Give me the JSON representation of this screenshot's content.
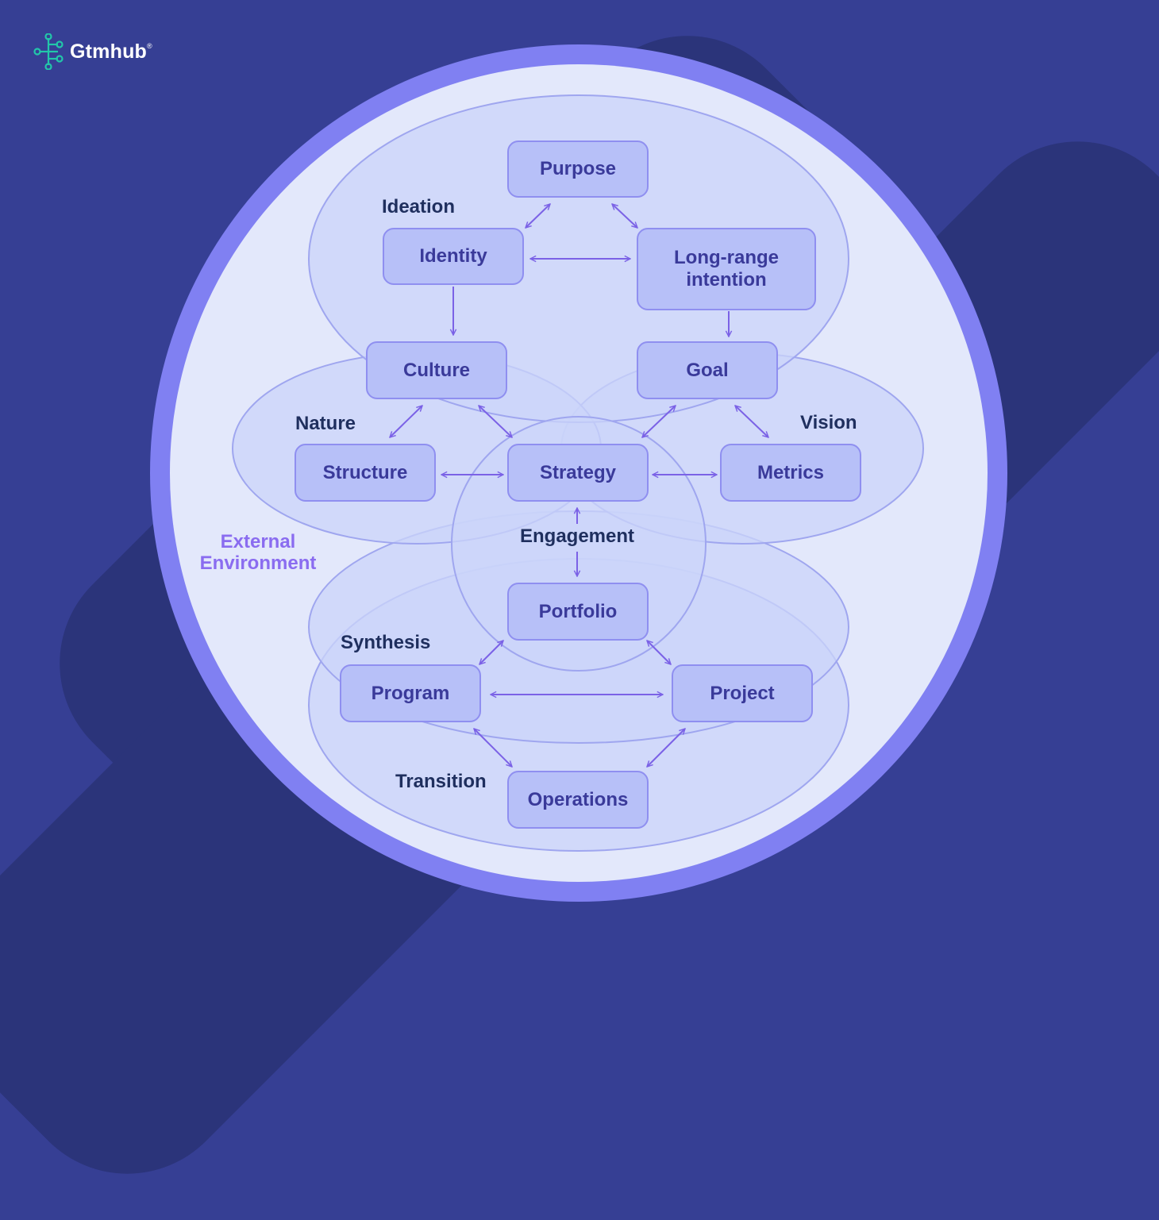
{
  "brand": {
    "name": "Gtmhub",
    "registered_mark": "®"
  },
  "colors": {
    "background": "#363f94",
    "outer_ring": "#8080f2",
    "inner_disc": "#e3e8fb",
    "zone_fill": "#cbd4fa",
    "zone_stroke": "#9fa6ef",
    "node_fill": "#b7c0f8",
    "node_text": "#3a3a9a",
    "arrow": "#7b62e6",
    "zone_label": "#1f2f5e",
    "env_label": "#8a6cf0"
  },
  "environment_label": {
    "line1": "External",
    "line2": "Environment"
  },
  "zones": {
    "ideation": "Ideation",
    "nature": "Nature",
    "vision": "Vision",
    "engagement": "Engagement",
    "synthesis": "Synthesis",
    "transition": "Transition"
  },
  "nodes": {
    "purpose": "Purpose",
    "identity": "Identity",
    "long_range_line1": "Long-range",
    "long_range_line2": "intention",
    "culture": "Culture",
    "goal": "Goal",
    "structure": "Structure",
    "strategy": "Strategy",
    "metrics": "Metrics",
    "portfolio": "Portfolio",
    "program": "Program",
    "project": "Project",
    "operations": "Operations"
  },
  "connections": [
    {
      "from": "Purpose",
      "to": "Identity",
      "type": "bidirectional"
    },
    {
      "from": "Purpose",
      "to": "Long-range intention",
      "type": "bidirectional"
    },
    {
      "from": "Identity",
      "to": "Long-range intention",
      "type": "bidirectional"
    },
    {
      "from": "Identity",
      "to": "Culture",
      "type": "directed"
    },
    {
      "from": "Long-range intention",
      "to": "Goal",
      "type": "directed"
    },
    {
      "from": "Culture",
      "to": "Structure",
      "type": "bidirectional"
    },
    {
      "from": "Culture",
      "to": "Strategy",
      "type": "bidirectional"
    },
    {
      "from": "Goal",
      "to": "Strategy",
      "type": "bidirectional"
    },
    {
      "from": "Goal",
      "to": "Metrics",
      "type": "bidirectional"
    },
    {
      "from": "Structure",
      "to": "Strategy",
      "type": "bidirectional"
    },
    {
      "from": "Strategy",
      "to": "Metrics",
      "type": "bidirectional"
    },
    {
      "from": "Strategy",
      "to": "Portfolio",
      "type": "bidirectional"
    },
    {
      "from": "Portfolio",
      "to": "Program",
      "type": "bidirectional"
    },
    {
      "from": "Portfolio",
      "to": "Project",
      "type": "bidirectional"
    },
    {
      "from": "Program",
      "to": "Project",
      "type": "bidirectional"
    },
    {
      "from": "Program",
      "to": "Operations",
      "type": "bidirectional"
    },
    {
      "from": "Project",
      "to": "Operations",
      "type": "bidirectional"
    }
  ]
}
